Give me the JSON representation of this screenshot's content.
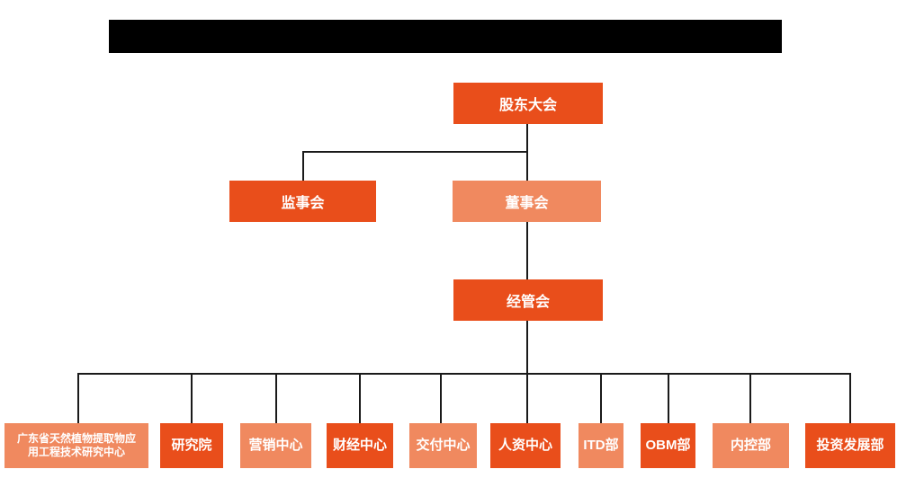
{
  "colors": {
    "primary_dark": "#E94E1B",
    "primary_light": "#F0895F",
    "line": "#1a1a1a",
    "redacted_bar": "#000000",
    "text": "#FFFFFF",
    "background": "#FFFFFF"
  },
  "header": {
    "redacted_title": ""
  },
  "nodes": {
    "shareholders": "股东大会",
    "supervisory_board": "监事会",
    "board_of_directors": "董事会",
    "management_committee": "经管会"
  },
  "departments": [
    {
      "label": "广东省天然植物提取物应用工程技术研究中心",
      "tone": "light"
    },
    {
      "label": "研究院",
      "tone": "dark"
    },
    {
      "label": "营销中心",
      "tone": "light"
    },
    {
      "label": "财经中心",
      "tone": "dark"
    },
    {
      "label": "交付中心",
      "tone": "light"
    },
    {
      "label": "人资中心",
      "tone": "dark"
    },
    {
      "label": "ITD部",
      "tone": "light"
    },
    {
      "label": "OBM部",
      "tone": "dark"
    },
    {
      "label": "内控部",
      "tone": "light"
    },
    {
      "label": "投资发展部",
      "tone": "dark"
    }
  ]
}
